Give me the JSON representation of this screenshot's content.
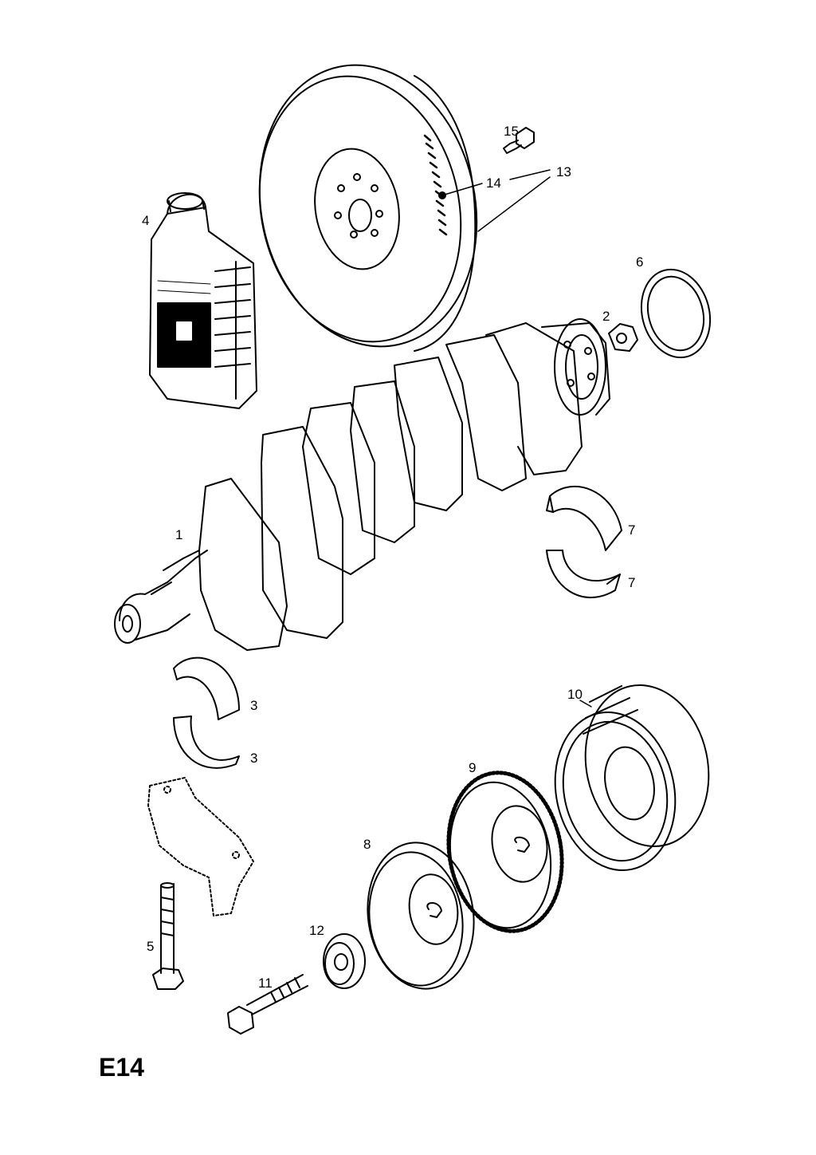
{
  "page_code": "E14",
  "callouts": {
    "c1": "1",
    "c2": "2",
    "c3a": "3",
    "c3b": "3",
    "c4": "4",
    "c5": "5",
    "c6": "6",
    "c7a": "7",
    "c7b": "7",
    "c8": "8",
    "c9": "9",
    "c10": "10",
    "c11": "11",
    "c12": "12",
    "c13": "13",
    "c14": "14",
    "c15": "15"
  }
}
